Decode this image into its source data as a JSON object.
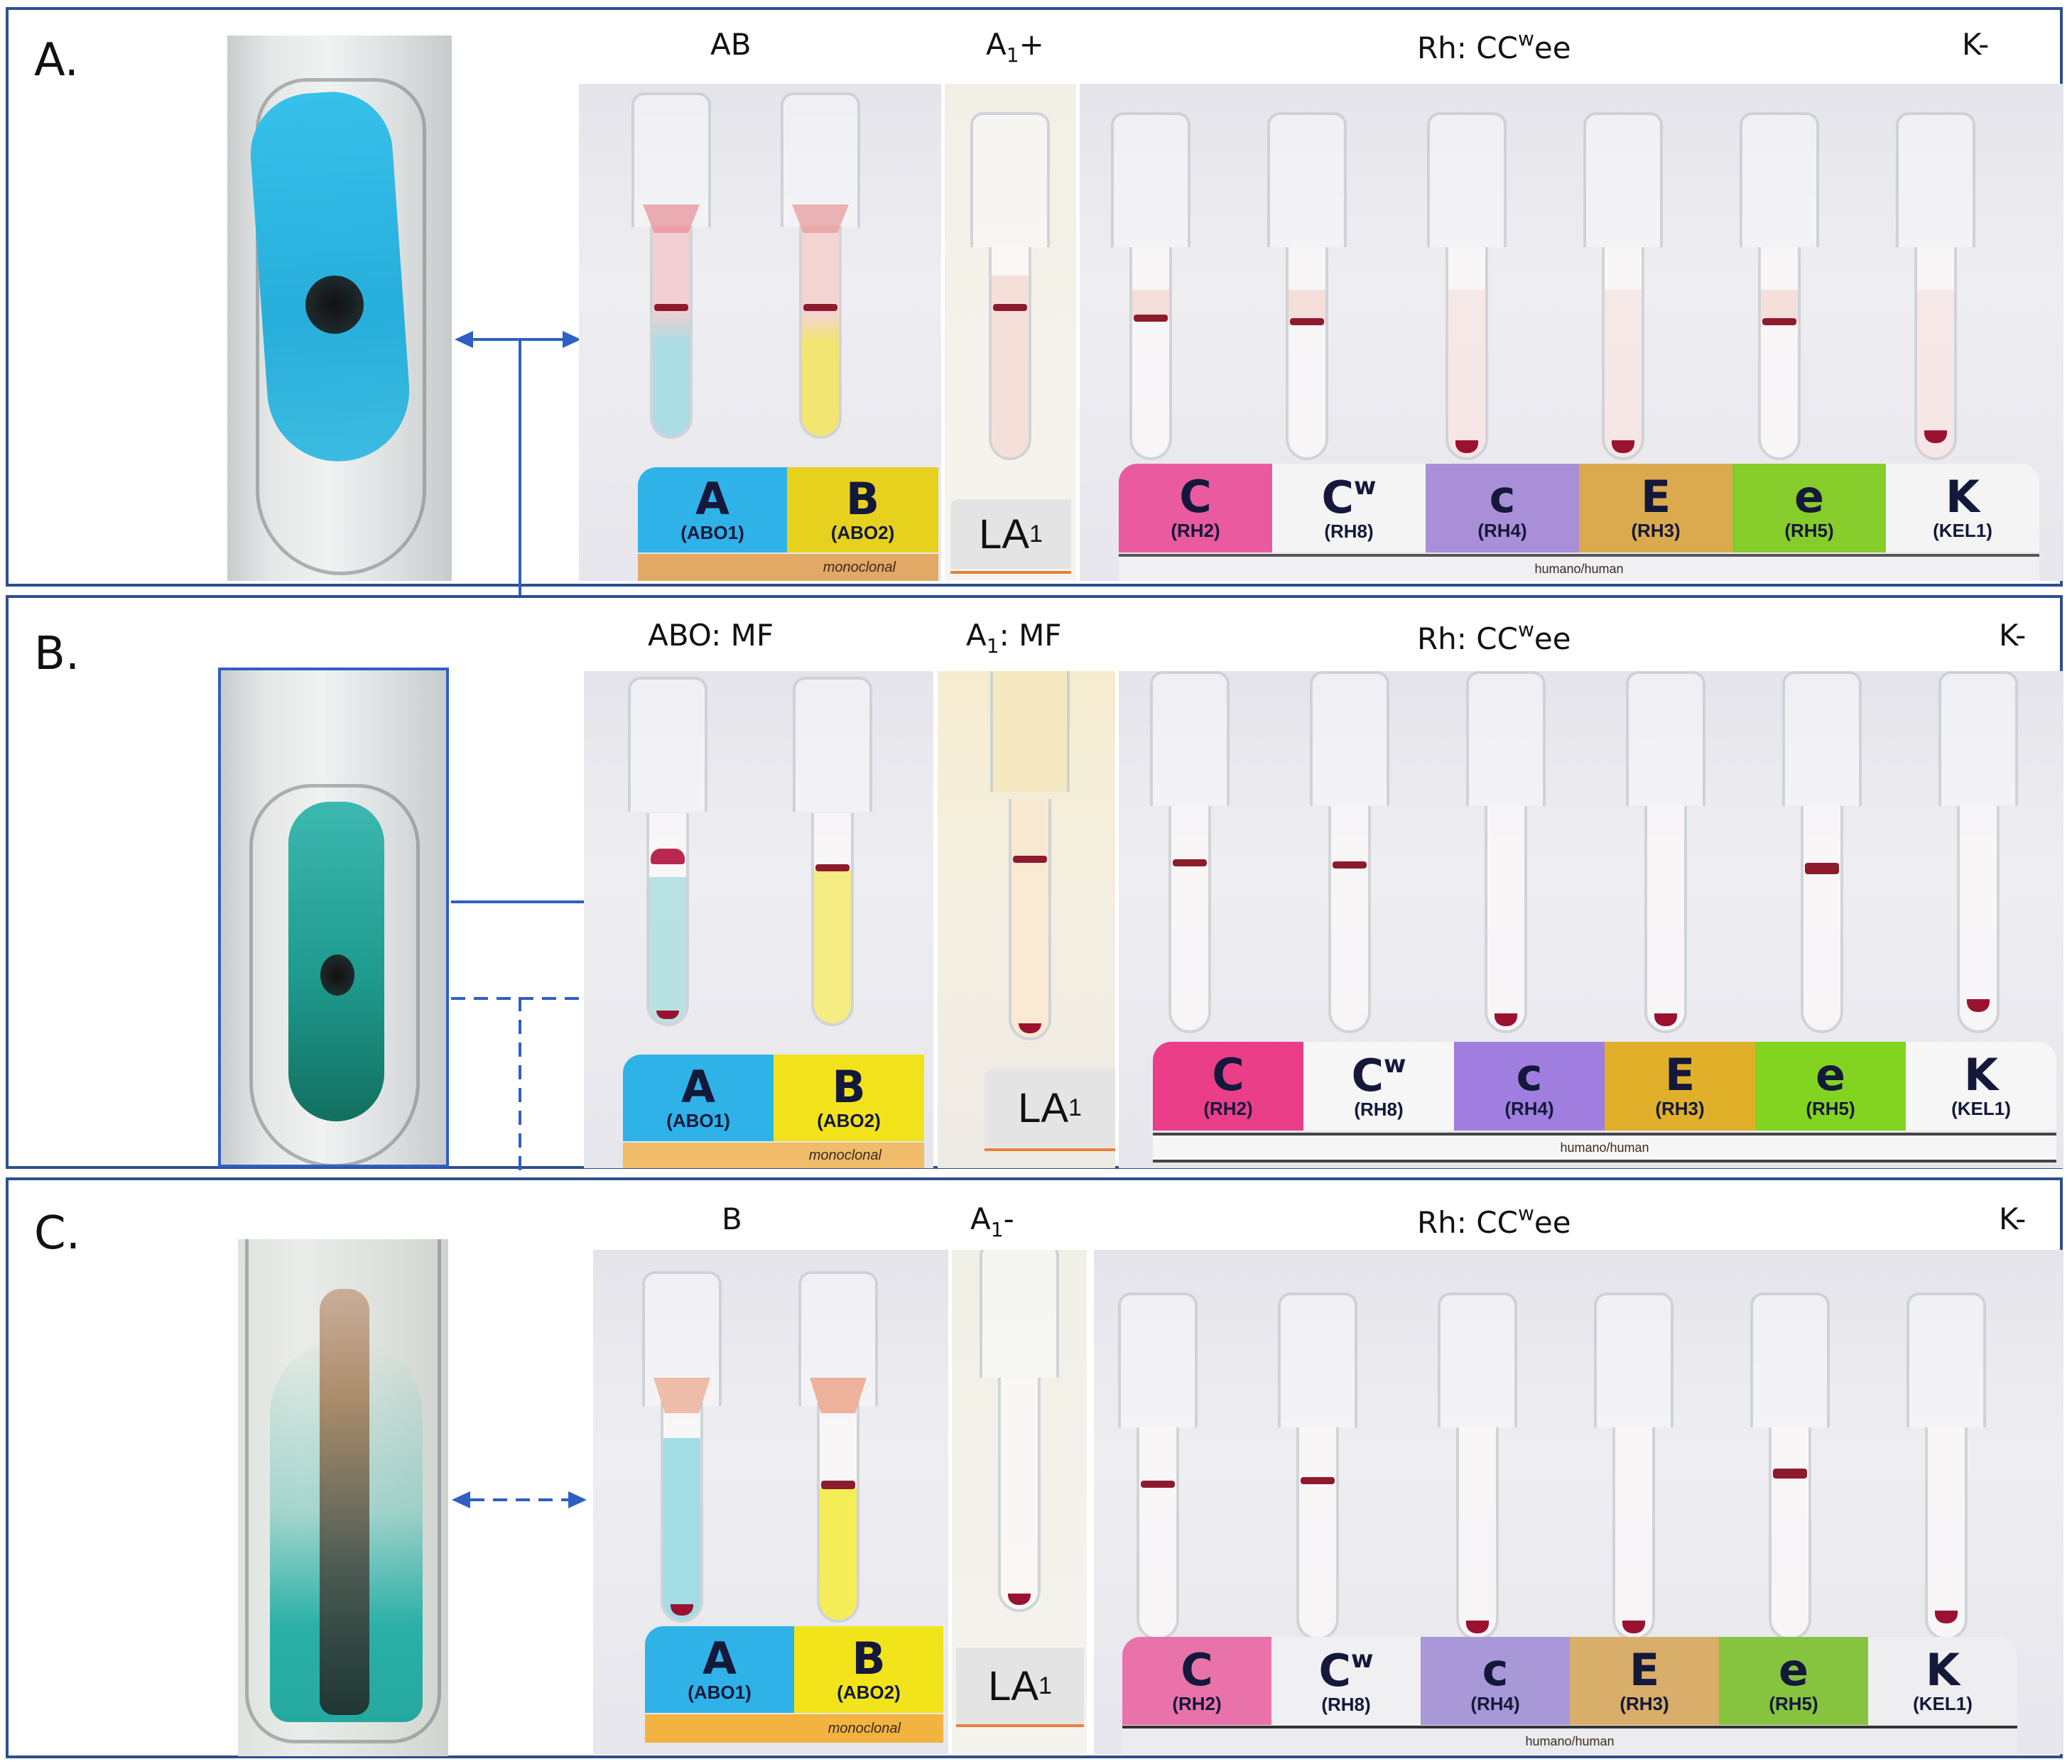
{
  "figure": {
    "panels": [
      {
        "letter": "A.",
        "header": {
          "abo": "AB",
          "a1_main": "A",
          "a1_sub": "1",
          "a1_suffix": "+",
          "rh_main": "Rh: CC",
          "rh_sup": "w",
          "rh_suffix": "ee",
          "kell": "K-"
        },
        "photo_description": "Blue reagent tube with single dark agglutinate",
        "connector": "solid"
      },
      {
        "letter": "B.",
        "header": {
          "abo": "ABO: MF",
          "a1_main": "A",
          "a1_sub": "1",
          "a1_suffix": ": MF",
          "rh_main": "Rh: CC",
          "rh_sup": "w",
          "rh_suffix": "ee",
          "kell": "K-"
        },
        "photo_description": "Teal reagent tube with dark agglutinate and mixed field",
        "connector": "solid-and-dashed"
      },
      {
        "letter": "C.",
        "header": {
          "abo": "B",
          "a1_main": "A",
          "a1_sub": "1",
          "a1_suffix": "-",
          "rh_main": "Rh: CC",
          "rh_sup": "w",
          "rh_suffix": "ee",
          "kell": "K-"
        },
        "photo_description": "Teal reagent tube with diffuse brown streak (no agglutination)",
        "connector": "dashed"
      }
    ],
    "abo_card": {
      "labels": [
        {
          "main": "A",
          "sub": "(ABO1)",
          "color": "#2eb2e8"
        },
        {
          "main": "B",
          "sub": "(ABO2)",
          "color": "#e6d21e"
        }
      ],
      "strip": "monoclonal",
      "strip_color": "#e2a866"
    },
    "la1_card": {
      "main": "LA",
      "sub": "1"
    },
    "rh_card": {
      "labels": [
        {
          "main": "C",
          "sup": "",
          "sub": "(RH2)",
          "color": "#ea5a9e"
        },
        {
          "main": "C",
          "sup": "w",
          "sub": "(RH8)",
          "color": "#f4f4f4"
        },
        {
          "main": "c",
          "sup": "",
          "sub": "(RH4)",
          "color": "#a98fd8"
        },
        {
          "main": "E",
          "sup": "",
          "sub": "(RH3)",
          "color": "#dcaa4e"
        },
        {
          "main": "e",
          "sup": "",
          "sub": "(RH5)",
          "color": "#86cc2a"
        },
        {
          "main": "K",
          "sup": "",
          "sub": "(KEL1)",
          "color": "#f4f4f4"
        }
      ],
      "strip": "humano/human"
    },
    "colors": {
      "frame": "#2e4f8f",
      "connector": "#2f5fc4",
      "blood": "#9b1230",
      "anti_a_reagent": "#8fd3dc",
      "anti_b_reagent": "#f2e64a"
    }
  }
}
